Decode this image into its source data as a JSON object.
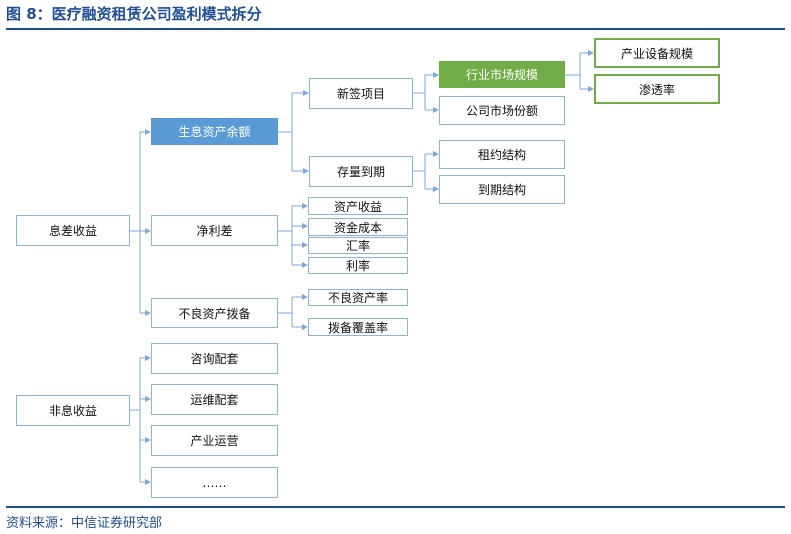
{
  "title": "图 8：医疗融资租赁公司盈利模式拆分",
  "source": "资料来源：中信证券研究部",
  "colors": {
    "title": "#1f4e96",
    "box_border": "#8db4dd",
    "highlight_blue": "#5b9bd5",
    "highlight_green": "#70ad47",
    "connector": "#7fa8d8"
  },
  "nodes": {
    "interest_spread_income": "息差收益",
    "non_interest_income": "非息收益",
    "interest_earning_assets": "生息资产余额",
    "net_interest_margin": "净利差",
    "npa_provision": "不良资产拨备",
    "new_projects": "新签项目",
    "existing_maturity": "存量到期",
    "industry_market_size": "行业市场规模",
    "company_market_share": "公司市场份额",
    "lease_structure": "租约结构",
    "maturity_structure": "到期结构",
    "industry_equipment_size": "产业设备规模",
    "penetration_rate": "渗透率",
    "asset_yield": "资产收益",
    "funding_cost": "资金成本",
    "exchange_rate": "汇率",
    "interest_rate": "利率",
    "npa_ratio": "不良资产率",
    "provision_coverage": "拨备覆盖率",
    "consulting_support": "咨询配套",
    "operation_support": "运维配套",
    "industry_operation": "产业运营",
    "ellipsis": "……"
  }
}
